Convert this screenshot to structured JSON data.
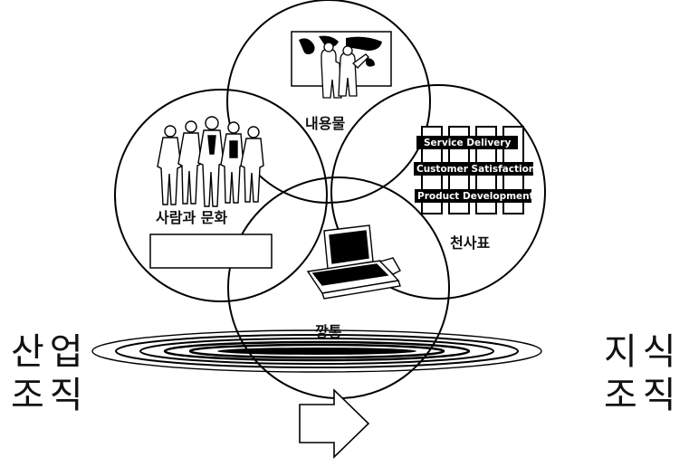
{
  "circles": {
    "top": {
      "label": "내용물",
      "icon": "world-map-presentation-icon"
    },
    "left": {
      "label": "사람과 문화",
      "icon": "people-group-icon"
    },
    "right": {
      "label": "천사표",
      "icon": "brick-wall-icon"
    },
    "bottom": {
      "label": "깡통",
      "icon": "laptop-icon"
    }
  },
  "wall_bars": [
    "Service Delivery",
    "Customer Satisfaction",
    "Product Development"
  ],
  "from_label": {
    "line1": "산업",
    "line2": "조직"
  },
  "to_label": {
    "line1": "지식",
    "line2": "조직"
  },
  "arrow": {
    "icon": "right-arrow-icon",
    "direction": "right"
  },
  "colors": {
    "ink": "#111111",
    "background": "#ffffff"
  }
}
